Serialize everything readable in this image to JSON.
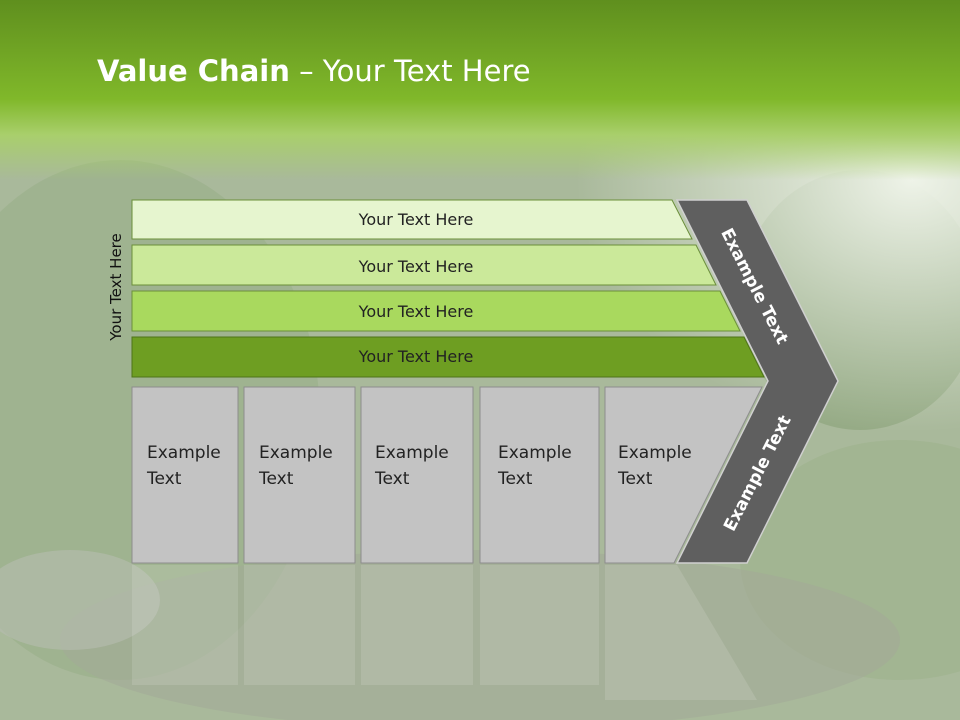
{
  "slide": {
    "title_bold": "Value Chain",
    "title_rest": " – Your Text Here",
    "side_label": "Your Text Here",
    "bars": [
      {
        "label": "Your Text Here",
        "color": "#e6f5cf"
      },
      {
        "label": "Your Text Here",
        "color": "#cbe99a"
      },
      {
        "label": "Your Text Here",
        "color": "#a9d95e"
      },
      {
        "label": "Your Text Here",
        "color": "#6e9e22"
      }
    ],
    "boxes": [
      {
        "line1": "Example",
        "line2": "Text"
      },
      {
        "line1": "Example",
        "line2": "Text"
      },
      {
        "line1": "Example",
        "line2": "Text"
      },
      {
        "line1": "Example",
        "line2": "Text"
      },
      {
        "line1": "Example",
        "line2": "Text"
      }
    ],
    "chevron_top_text": "Example Text",
    "chevron_bottom_text": "Example Text"
  },
  "colors": {
    "header_green": "#7cb52a",
    "box_gray": "#c3c3c3",
    "chevron_dark": "#5f5f5f"
  }
}
